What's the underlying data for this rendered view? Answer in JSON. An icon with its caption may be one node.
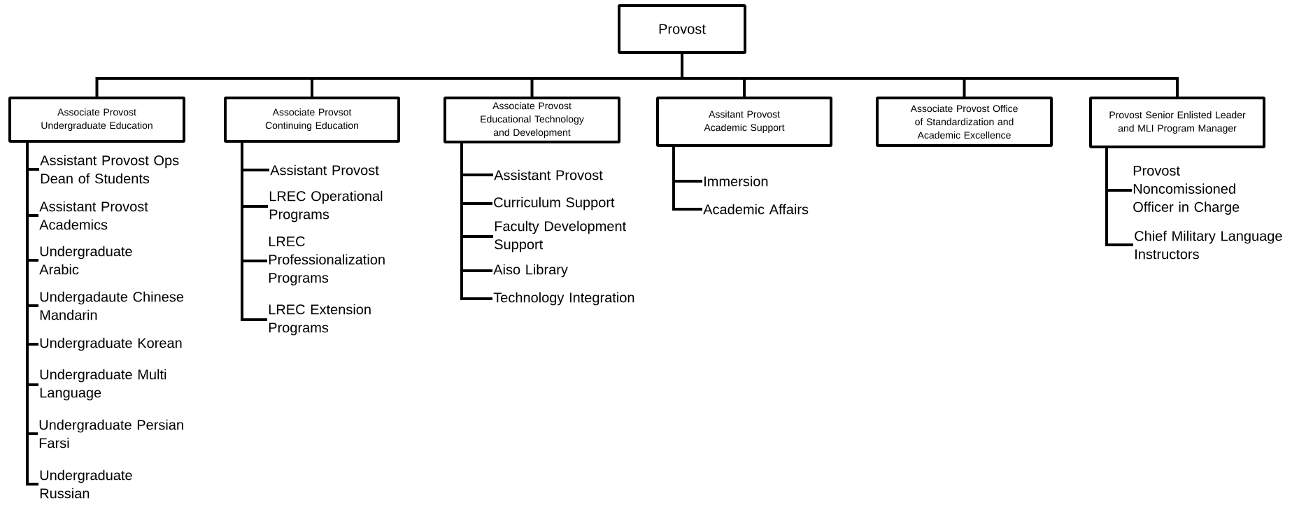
{
  "diagram": {
    "nodes": [
      {
        "text": [
          "Provost"
        ]
      },
      {
        "text": [
          "Associate Provost Undergraduate Education"
        ]
      },
      {
        "text": [
          "Associate Provsot Continuing Education"
        ]
      },
      {
        "text": [
          "Associate Provost Educational Technology and Development"
        ]
      },
      {
        "text": [
          "Assitant Provost Academic Support"
        ]
      },
      {
        "text": [
          "Associate Provost Office of Standardization and Academic Excellence"
        ]
      },
      {
        "text": [
          "Provost Senior Enlisted Leader and MLI Program Manager"
        ]
      },
      {
        "text": [
          "Assistant Provost Ops Dean of Students"
        ]
      },
      {
        "text": [
          "Assistant Provost Academics"
        ]
      },
      {
        "text": [
          "Undergraduate Arabic"
        ]
      },
      {
        "text": [
          "Undergadaute Chinese Mandarin"
        ]
      },
      {
        "text": [
          "Undergraduate Korean"
        ]
      },
      {
        "text": [
          "Undergraduate Multi Language"
        ]
      },
      {
        "text": [
          "Undergraduate Persian Farsi"
        ]
      },
      {
        "text": [
          "Undergraduate Russian"
        ]
      },
      {
        "text": [
          "Assistant Provost"
        ]
      },
      {
        "text": [
          "LREC Operational Programs"
        ]
      },
      {
        "text": [
          "LREC Professionalization Programs"
        ]
      },
      {
        "text": [
          "LREC Extension Programs"
        ]
      },
      {
        "text": [
          "Assistant Provost"
        ]
      },
      {
        "text": [
          "Curriculum Support"
        ]
      },
      {
        "text": [
          "Faculty Development Support"
        ]
      },
      {
        "text": [
          "Aiso Library"
        ]
      },
      {
        "text": [
          "Technology Integration"
        ]
      },
      {
        "text": [
          "Immersion"
        ]
      },
      {
        "text": [
          "Academic Affairs"
        ]
      },
      {
        "text": [
          "Provost Noncomissioned Officer in Charge"
        ]
      },
      {
        "text": [
          "Chief Military Language Instructors"
        ]
      }
    ],
    "edges": [
      {
        "from": 0,
        "to": 1,
        "arrow": "none"
      },
      {
        "from": 0,
        "to": 2,
        "arrow": "none"
      },
      {
        "from": 0,
        "to": 3,
        "arrow": "none"
      },
      {
        "from": 0,
        "to": 4,
        "arrow": "none"
      },
      {
        "from": 0,
        "to": 5,
        "arrow": "none"
      },
      {
        "from": 0,
        "to": 6,
        "arrow": "none"
      },
      {
        "from": 1,
        "to": 7,
        "arrow": "none"
      },
      {
        "from": 1,
        "to": 8,
        "arrow": "none"
      },
      {
        "from": 1,
        "to": 9,
        "arrow": "none"
      },
      {
        "from": 1,
        "to": 10,
        "arrow": "none"
      },
      {
        "from": 1,
        "to": 11,
        "arrow": "none"
      },
      {
        "from": 1,
        "to": 12,
        "arrow": "none"
      },
      {
        "from": 1,
        "to": 13,
        "arrow": "none"
      },
      {
        "from": 1,
        "to": 14,
        "arrow": "none"
      },
      {
        "from": 2,
        "to": 15,
        "arrow": "none"
      },
      {
        "from": 2,
        "to": 16,
        "arrow": "none"
      },
      {
        "from": 2,
        "to": 17,
        "arrow": "none"
      },
      {
        "from": 2,
        "to": 18,
        "arrow": "none"
      },
      {
        "from": 3,
        "to": 19,
        "arrow": "none"
      },
      {
        "from": 3,
        "to": 20,
        "arrow": "none"
      },
      {
        "from": 3,
        "to": 21,
        "arrow": "none"
      },
      {
        "from": 3,
        "to": 22,
        "arrow": "none"
      },
      {
        "from": 3,
        "to": 23,
        "arrow": "none"
      },
      {
        "from": 4,
        "to": 24,
        "arrow": "none"
      },
      {
        "from": 4,
        "to": 25,
        "arrow": "none"
      },
      {
        "from": 6,
        "to": 26,
        "arrow": "none"
      },
      {
        "from": 6,
        "to": 27,
        "arrow": "none"
      }
    ]
  }
}
